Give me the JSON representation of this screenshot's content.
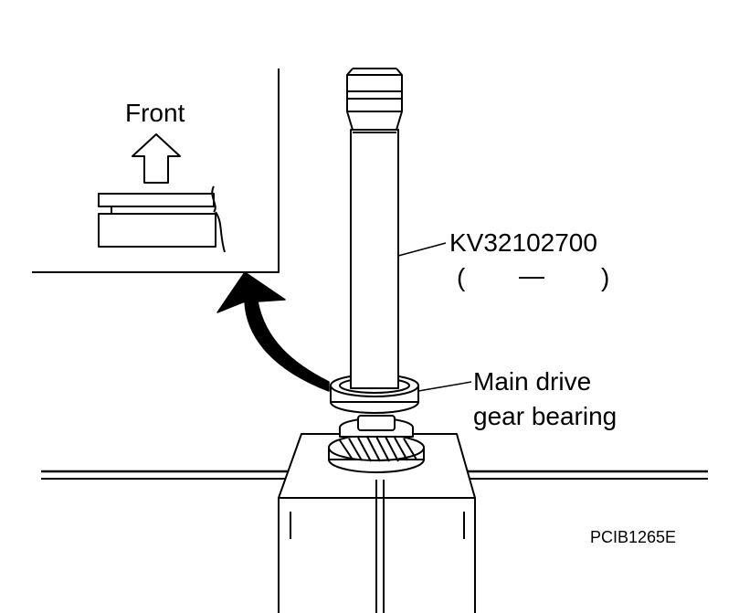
{
  "inset": {
    "front_label": "Front"
  },
  "labels": {
    "tool_number": "KV32102700",
    "tool_paren_open": "(",
    "tool_dash": "—",
    "tool_paren_close": ")",
    "bearing_line1": "Main drive",
    "bearing_line2": "gear bearing"
  },
  "figure_code": "PCIB1265E",
  "colors": {
    "line": "#000000",
    "background": "#ffffff"
  }
}
